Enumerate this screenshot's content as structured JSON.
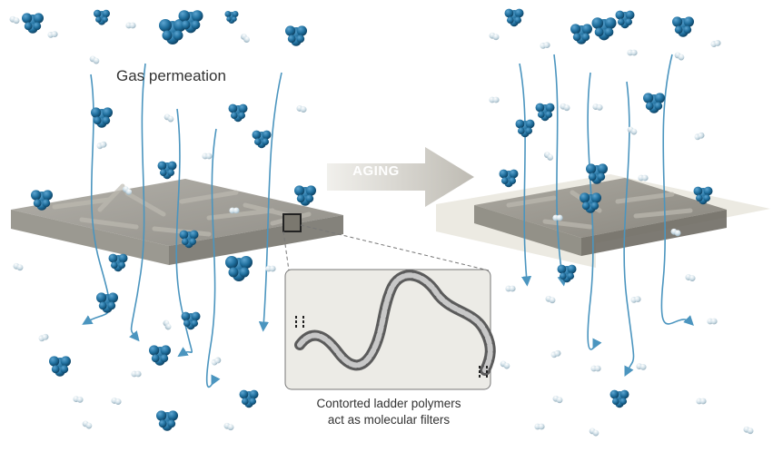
{
  "labels": {
    "gas_permeation": "Gas permeation",
    "aging": "AGING",
    "caption_line1": "Contorted ladder polymers",
    "caption_line2": "act as molecular filters"
  },
  "colors": {
    "large_molecule": "#1f6e9c",
    "small_molecule": "#c9dbe4",
    "membrane_fresh": "#8f8c84",
    "membrane_aged": "#9a978f",
    "membrane_halo": "#e4e1d6",
    "arrow": "#d4d2cc",
    "flow_line": "#4b95bf",
    "inset_bg": "#ecebe6"
  },
  "icons": {
    "large": "blue-cluster-molecule-icon",
    "small": "light-dimer-molecule-icon",
    "arrow": "aging-arrow-icon",
    "polymer": "ladder-polymer-icon"
  }
}
